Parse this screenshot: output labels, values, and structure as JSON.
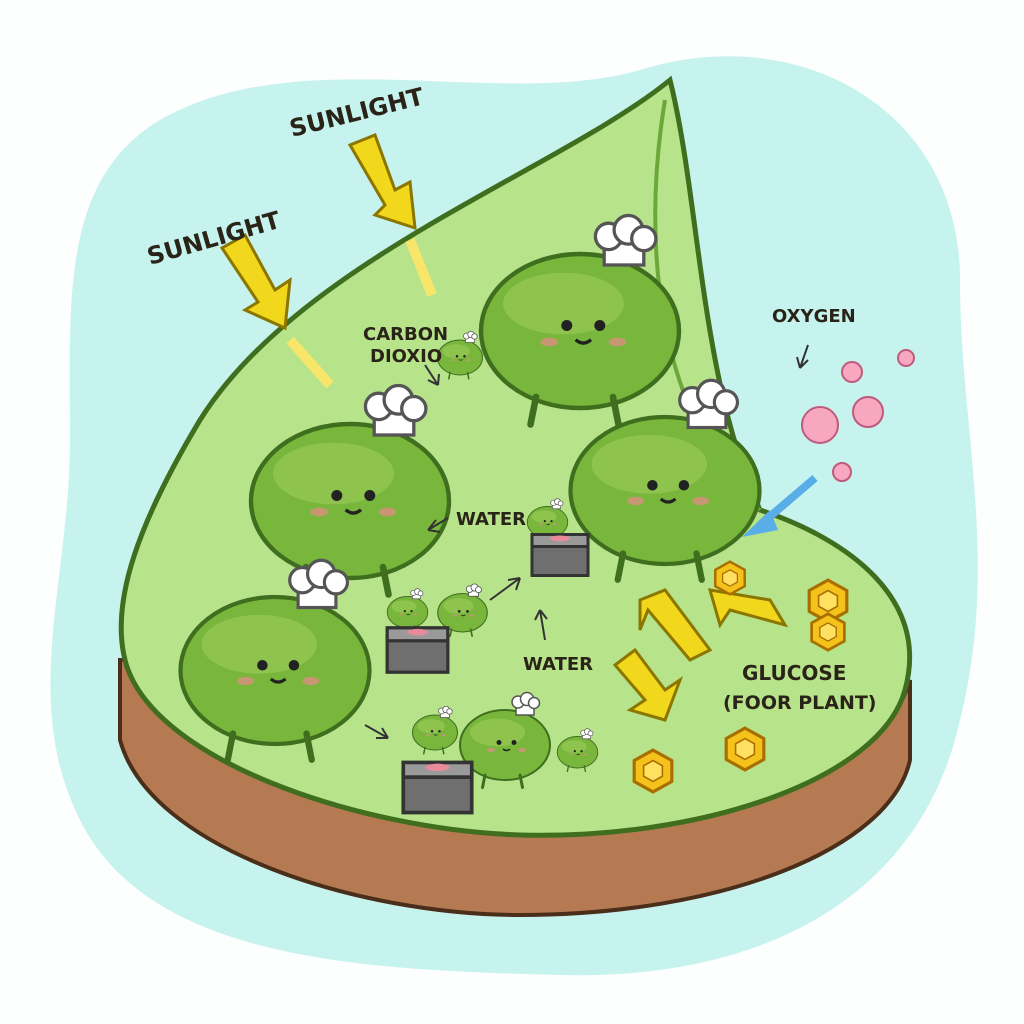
{
  "labels": {
    "sunlight_left": "SUNLIGHT",
    "sunlight_top": "SUNLIGHT",
    "carbon_dioxide_line1": "CARBON",
    "carbon_dioxide_line2": "DIOXIO",
    "oxygen": "OXYGEN",
    "water_upper": "WATER",
    "water_lower": "WATER",
    "glucose_line1": "GLUCOSE",
    "glucose_line2": "(FOOR PLANT)"
  },
  "colors": {
    "background_blob": "#c6f3ee",
    "leaf_surface": "#b7e38a",
    "leaf_outline": "#4e8a2a",
    "soil": "#b57a52",
    "chloroplast": "#7ab83e",
    "sun_arrow": "#f2d81c",
    "oxygen_bubble": "#f7a8c0",
    "glucose": "#f4c21a",
    "blue_arrow": "#5aaee8"
  }
}
